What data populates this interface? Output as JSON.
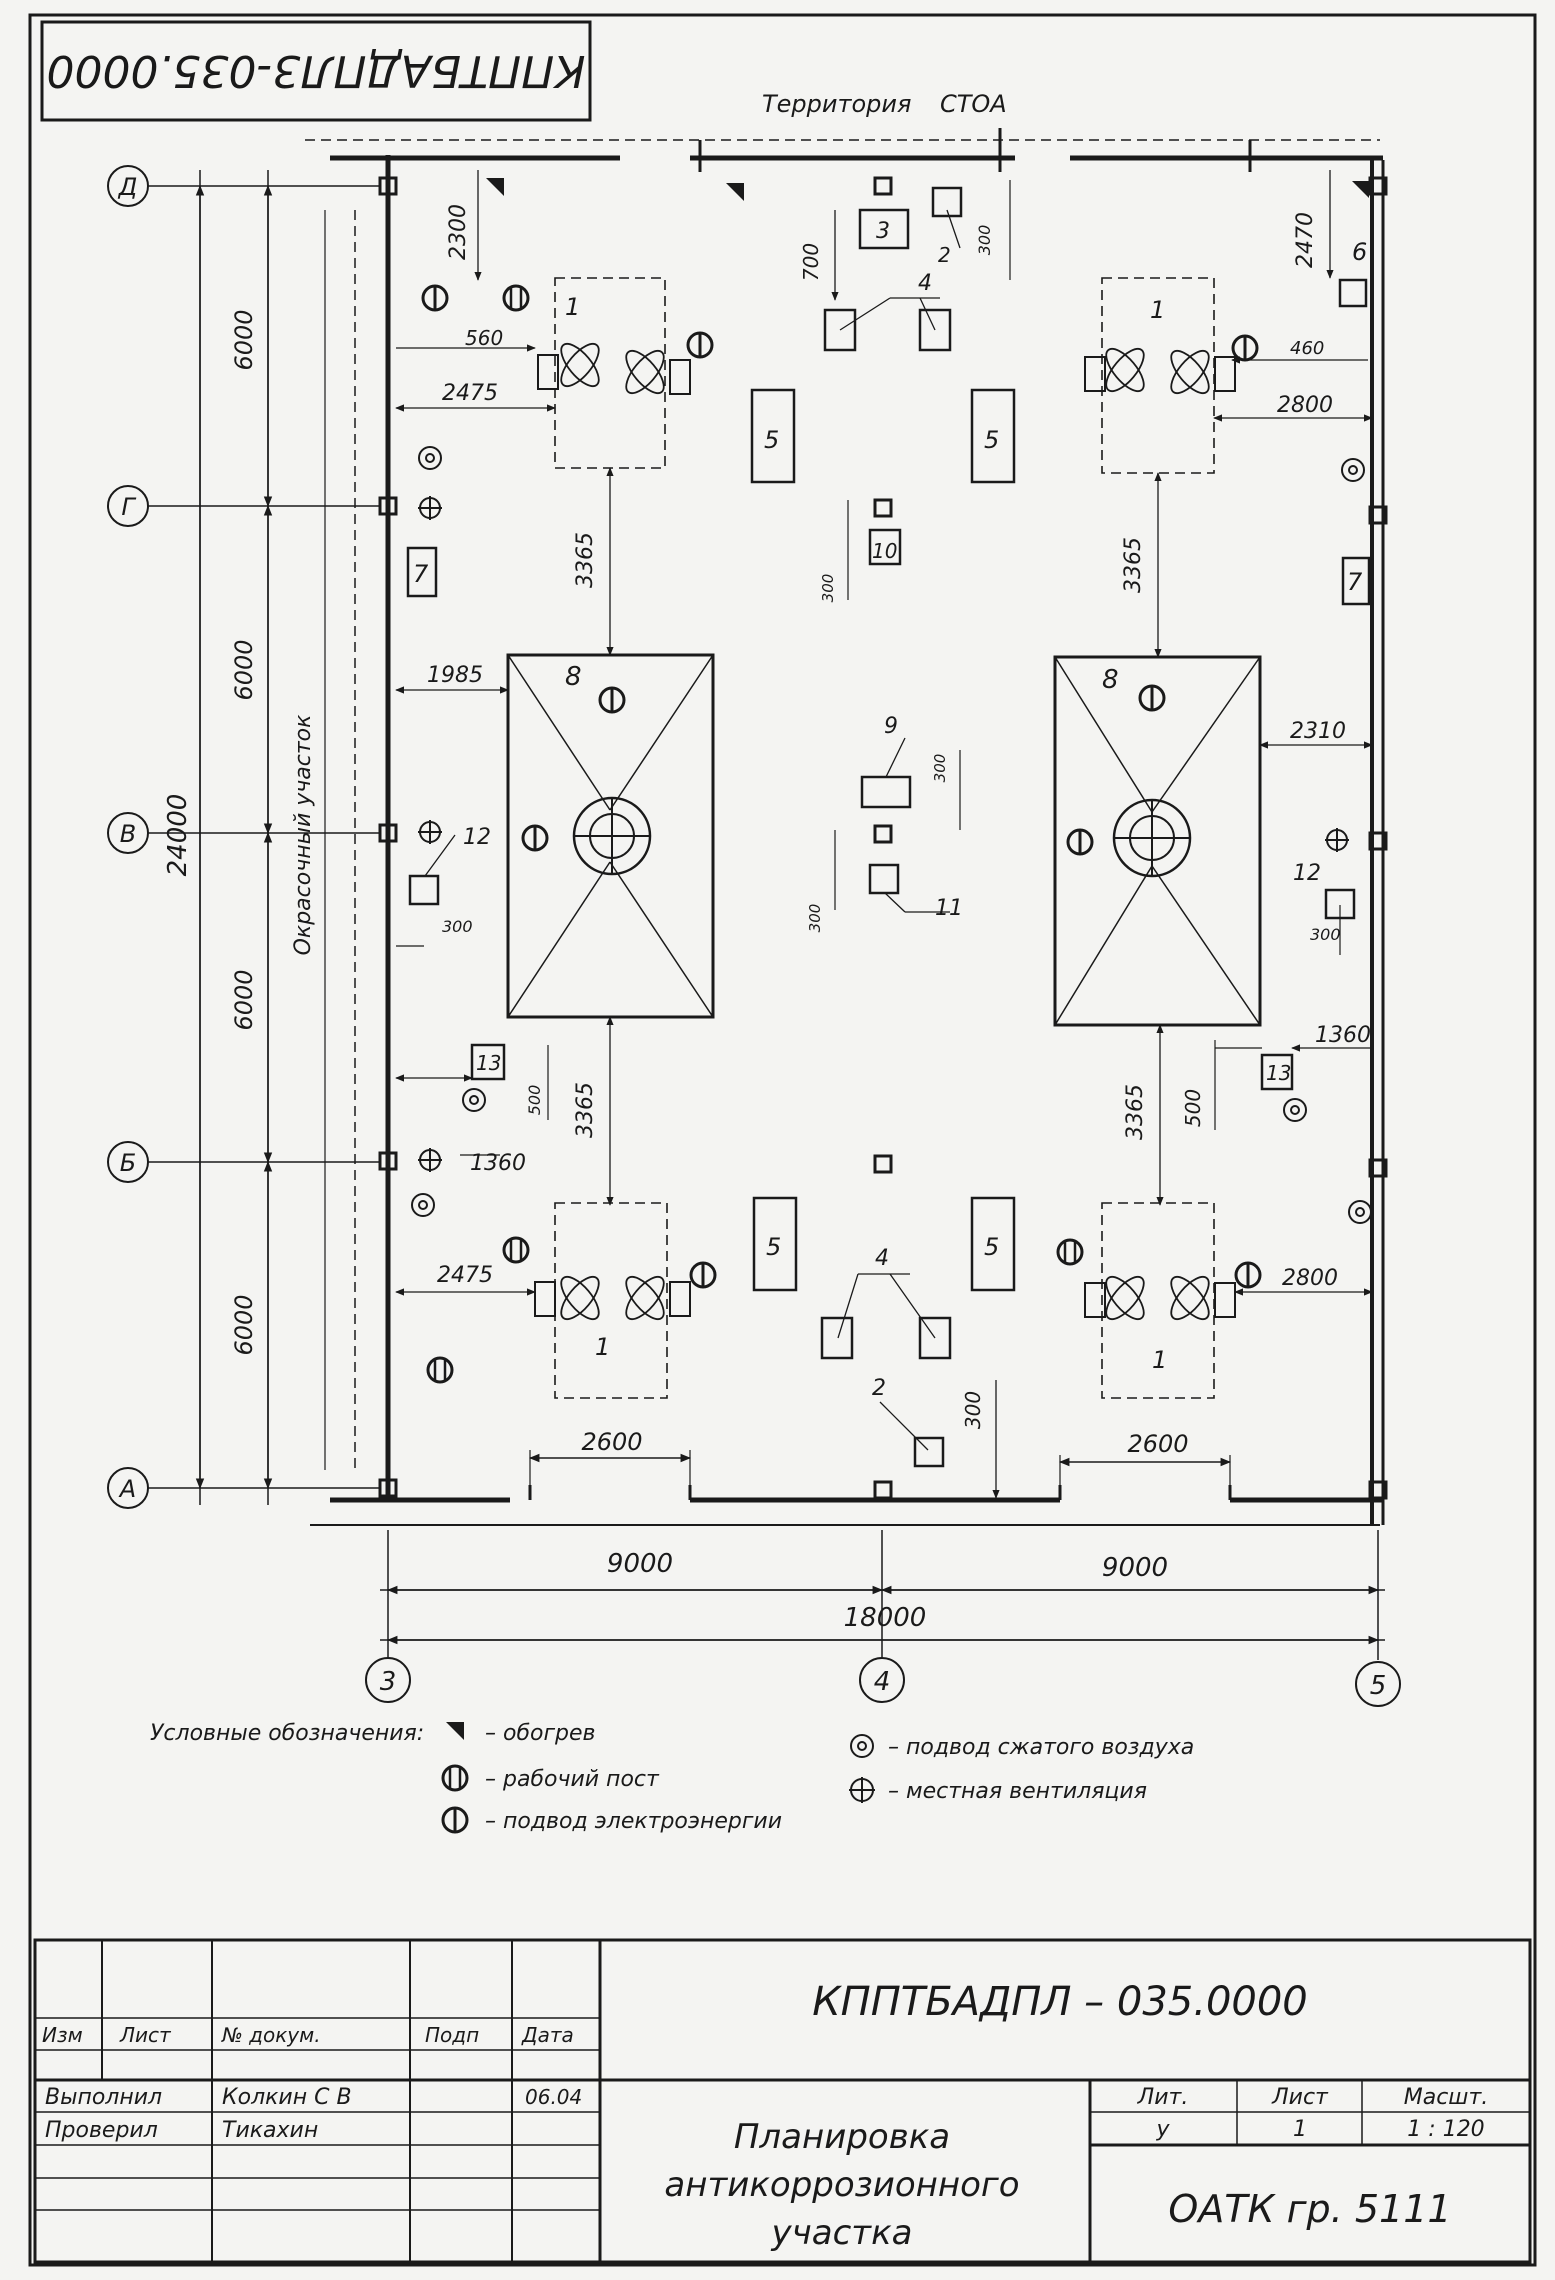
{
  "stamp_top": "КППТБАДПЛ3-035.0000",
  "labels": {
    "territory": "Территория",
    "stoa": "СТОА",
    "paint_zone": "Окрасочный участок"
  },
  "axes": {
    "rows": [
      "Д",
      "Г",
      "В",
      "Б",
      "А"
    ],
    "cols": [
      "3",
      "4",
      "5"
    ]
  },
  "dims": {
    "d2300": "2300",
    "d560": "560",
    "d2475a": "2475",
    "d2475b": "2475",
    "d700": "700",
    "d300a": "300",
    "d2470": "2470",
    "d460": "460",
    "d2800a": "2800",
    "d3365a": "3365",
    "d3365b": "3365",
    "d3365c": "3365",
    "d3365d": "3365",
    "d1985": "1985",
    "d2310": "2310",
    "d300b": "300",
    "d300c": "300",
    "d300d": "300",
    "d300e": "300",
    "d300f": "300",
    "d500a": "500",
    "d500b": "500",
    "d1360a": "1360",
    "d1360b": "1360",
    "d2800b": "2800",
    "d300g": "300",
    "d2600a": "2600",
    "d2600b": "2600",
    "d9000a": "9000",
    "d9000b": "9000",
    "d18000": "18000",
    "d6000a": "6000",
    "d6000b": "6000",
    "d6000c": "6000",
    "d6000d": "6000",
    "d24000": "24000"
  },
  "equipment": {
    "n1": "1",
    "n2": "2",
    "n3": "3",
    "n4": "4",
    "n5": "5",
    "n6": "6",
    "n7": "7",
    "n8": "8",
    "n9": "9",
    "n10": "10",
    "n11": "11",
    "n12": "12",
    "n13": "13"
  },
  "legend": {
    "title": "Условные обозначения:",
    "heating": "– обогрев",
    "work_post": "– рабочий пост",
    "power": "– подвод электроэнергии",
    "air": "– подвод сжатого воздуха",
    "ventilation": "– местная вентиляция"
  },
  "title_block": {
    "code": "КППТБАДПЛ – 035.0000",
    "col_izm": "Изм",
    "col_list": "Лист",
    "col_doc": "№ докум.",
    "col_sign": "Подп",
    "col_date": "Дата",
    "role_done": "Выполнил",
    "name_done": "Колкин С В",
    "date_done": "06.04",
    "role_check": "Проверил",
    "name_check": "Тикахин",
    "title_line1": "Планировка",
    "title_line2": "антикоррозионного",
    "title_line3": "участка",
    "hdr_lit": "Лит.",
    "hdr_sheet": "Лист",
    "hdr_scale": "Масшт.",
    "val_lit": "у",
    "val_sheet": "1",
    "val_scale": "1 : 120",
    "org": "ОАТК гр. 5111"
  },
  "colors": {
    "ink": "#1a1a1a",
    "paper": "#f4f4f2"
  }
}
